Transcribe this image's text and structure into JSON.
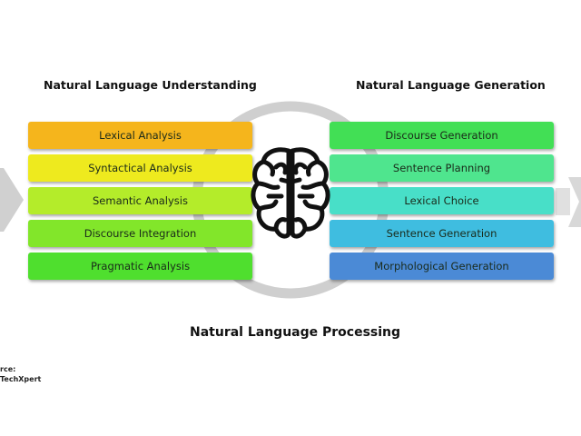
{
  "left_heading": "Natural Language Understanding",
  "right_heading": "Natural Language Generation",
  "bottom_title": "Natural Language Processing",
  "source": {
    "line1": "rce:",
    "line2": "TechXpert"
  },
  "understanding_steps": [
    {
      "label": "Lexical Analysis",
      "color": "#f5b51c"
    },
    {
      "label": "Syntactical Analysis",
      "color": "#eeea1e"
    },
    {
      "label": "Semantic Analysis",
      "color": "#b4ec2a"
    },
    {
      "label": "Discourse Integration",
      "color": "#82e62a"
    },
    {
      "label": "Pragmatic Analysis",
      "color": "#4fdf2e"
    }
  ],
  "generation_steps": [
    {
      "label": "Discourse Generation",
      "color": "#42df55"
    },
    {
      "label": "Sentence Planning",
      "color": "#4fe58e"
    },
    {
      "label": "Lexical Choice",
      "color": "#48dfc8"
    },
    {
      "label": "Sentence Generation",
      "color": "#3fbde0"
    },
    {
      "label": "Morphological Generation",
      "color": "#4b8ad6"
    }
  ]
}
